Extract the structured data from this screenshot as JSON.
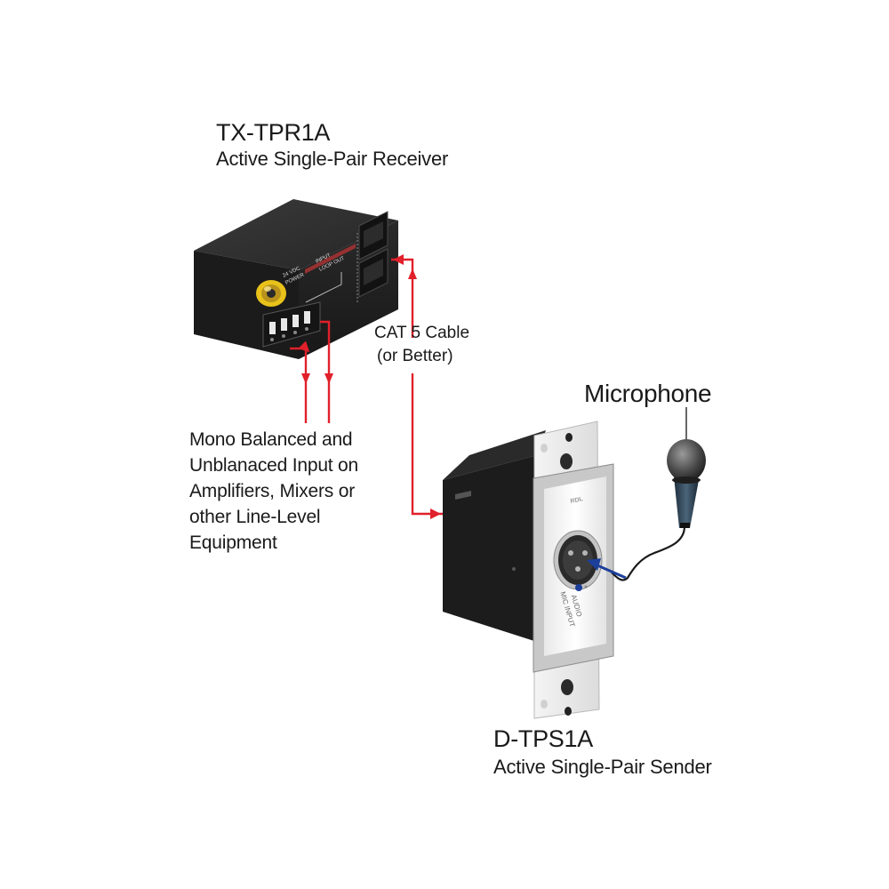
{
  "receiver": {
    "model": "TX-TPR1A",
    "description": "Active Single-Pair Receiver",
    "panel_labels": {
      "power": "24 VDC",
      "power2": "POWER",
      "input": "INPUT",
      "loop_out": "LOOP OUT"
    }
  },
  "sender": {
    "model": "D-TPS1A",
    "description": "Active Single-Pair Sender",
    "plate_labels": {
      "brand": "RDL",
      "audio": "AUDIO",
      "mic_input": "MIC INPUT"
    }
  },
  "cable": {
    "line1": "CAT 5 Cable",
    "line2": "(or Better)"
  },
  "microphone": {
    "label": "Microphone"
  },
  "output_note": {
    "lines": [
      "Mono Balanced and",
      "Unblanaced Input on",
      "Amplifiers, Mixers or",
      "other Line-Level",
      "Equipment"
    ]
  },
  "colors": {
    "signal_line": "#e0202a",
    "mic_cable": "#1c3f9a",
    "device_body": "#1d1d1d",
    "plate": "#ffffff",
    "connector_yellow": "#e8c21a"
  }
}
